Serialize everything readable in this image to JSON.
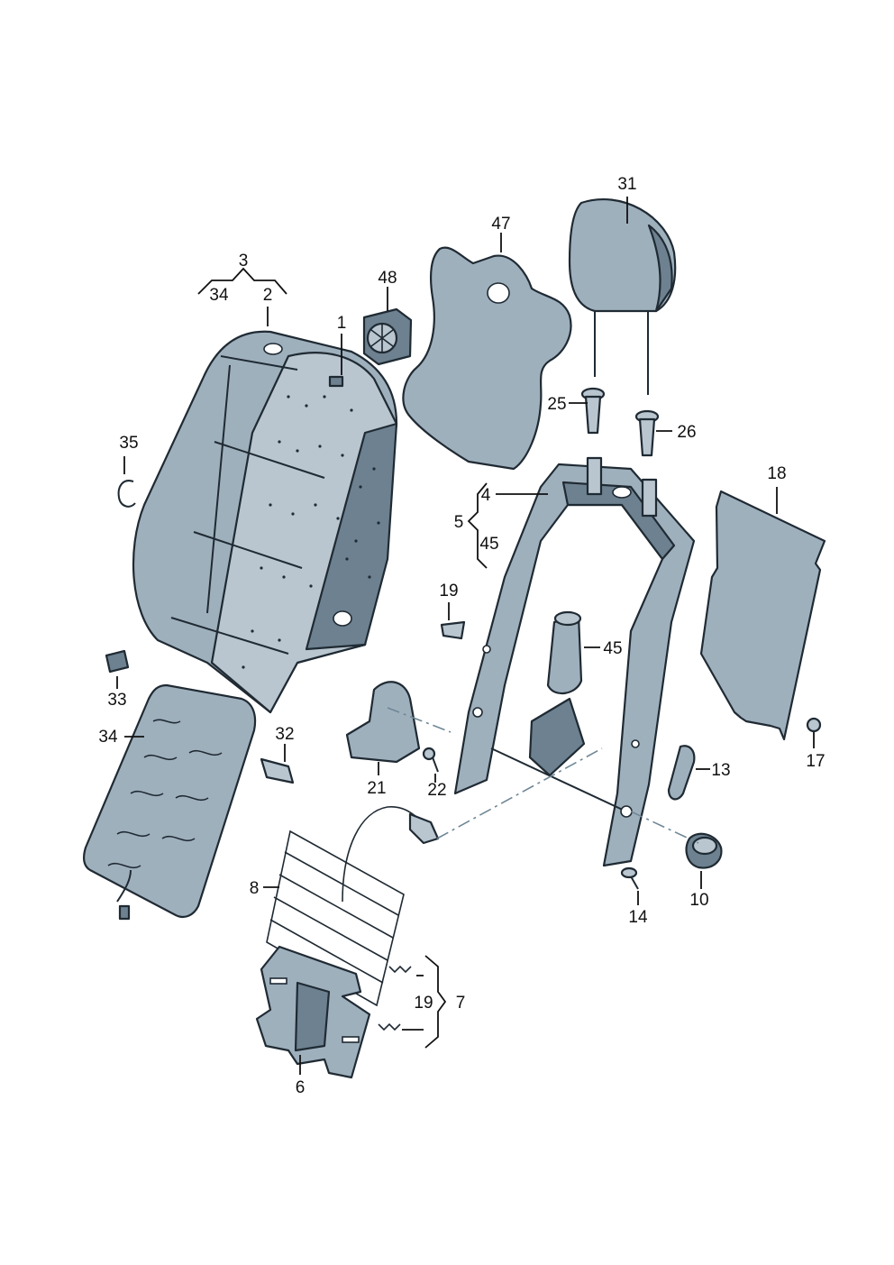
{
  "callouts": {
    "c1": "1",
    "c2": "2",
    "c3": "3",
    "c34a": "34",
    "c4": "4",
    "c5": "5",
    "c45a": "45",
    "c6": "6",
    "c7": "7",
    "c8": "8",
    "c10": "10",
    "c13": "13",
    "c14": "14",
    "c17": "17",
    "c18": "18",
    "c19a": "19",
    "c19b": "19",
    "c21": "21",
    "c22": "22",
    "c25": "25",
    "c26": "26",
    "c31": "31",
    "c32": "32",
    "c33": "33",
    "c34b": "34",
    "c35": "35",
    "c45b": "45",
    "c47": "47",
    "c48": "48"
  },
  "colors": {
    "part": "#9fb0bd",
    "part_dark": "#6d8190",
    "outline": "#1f2a33"
  }
}
